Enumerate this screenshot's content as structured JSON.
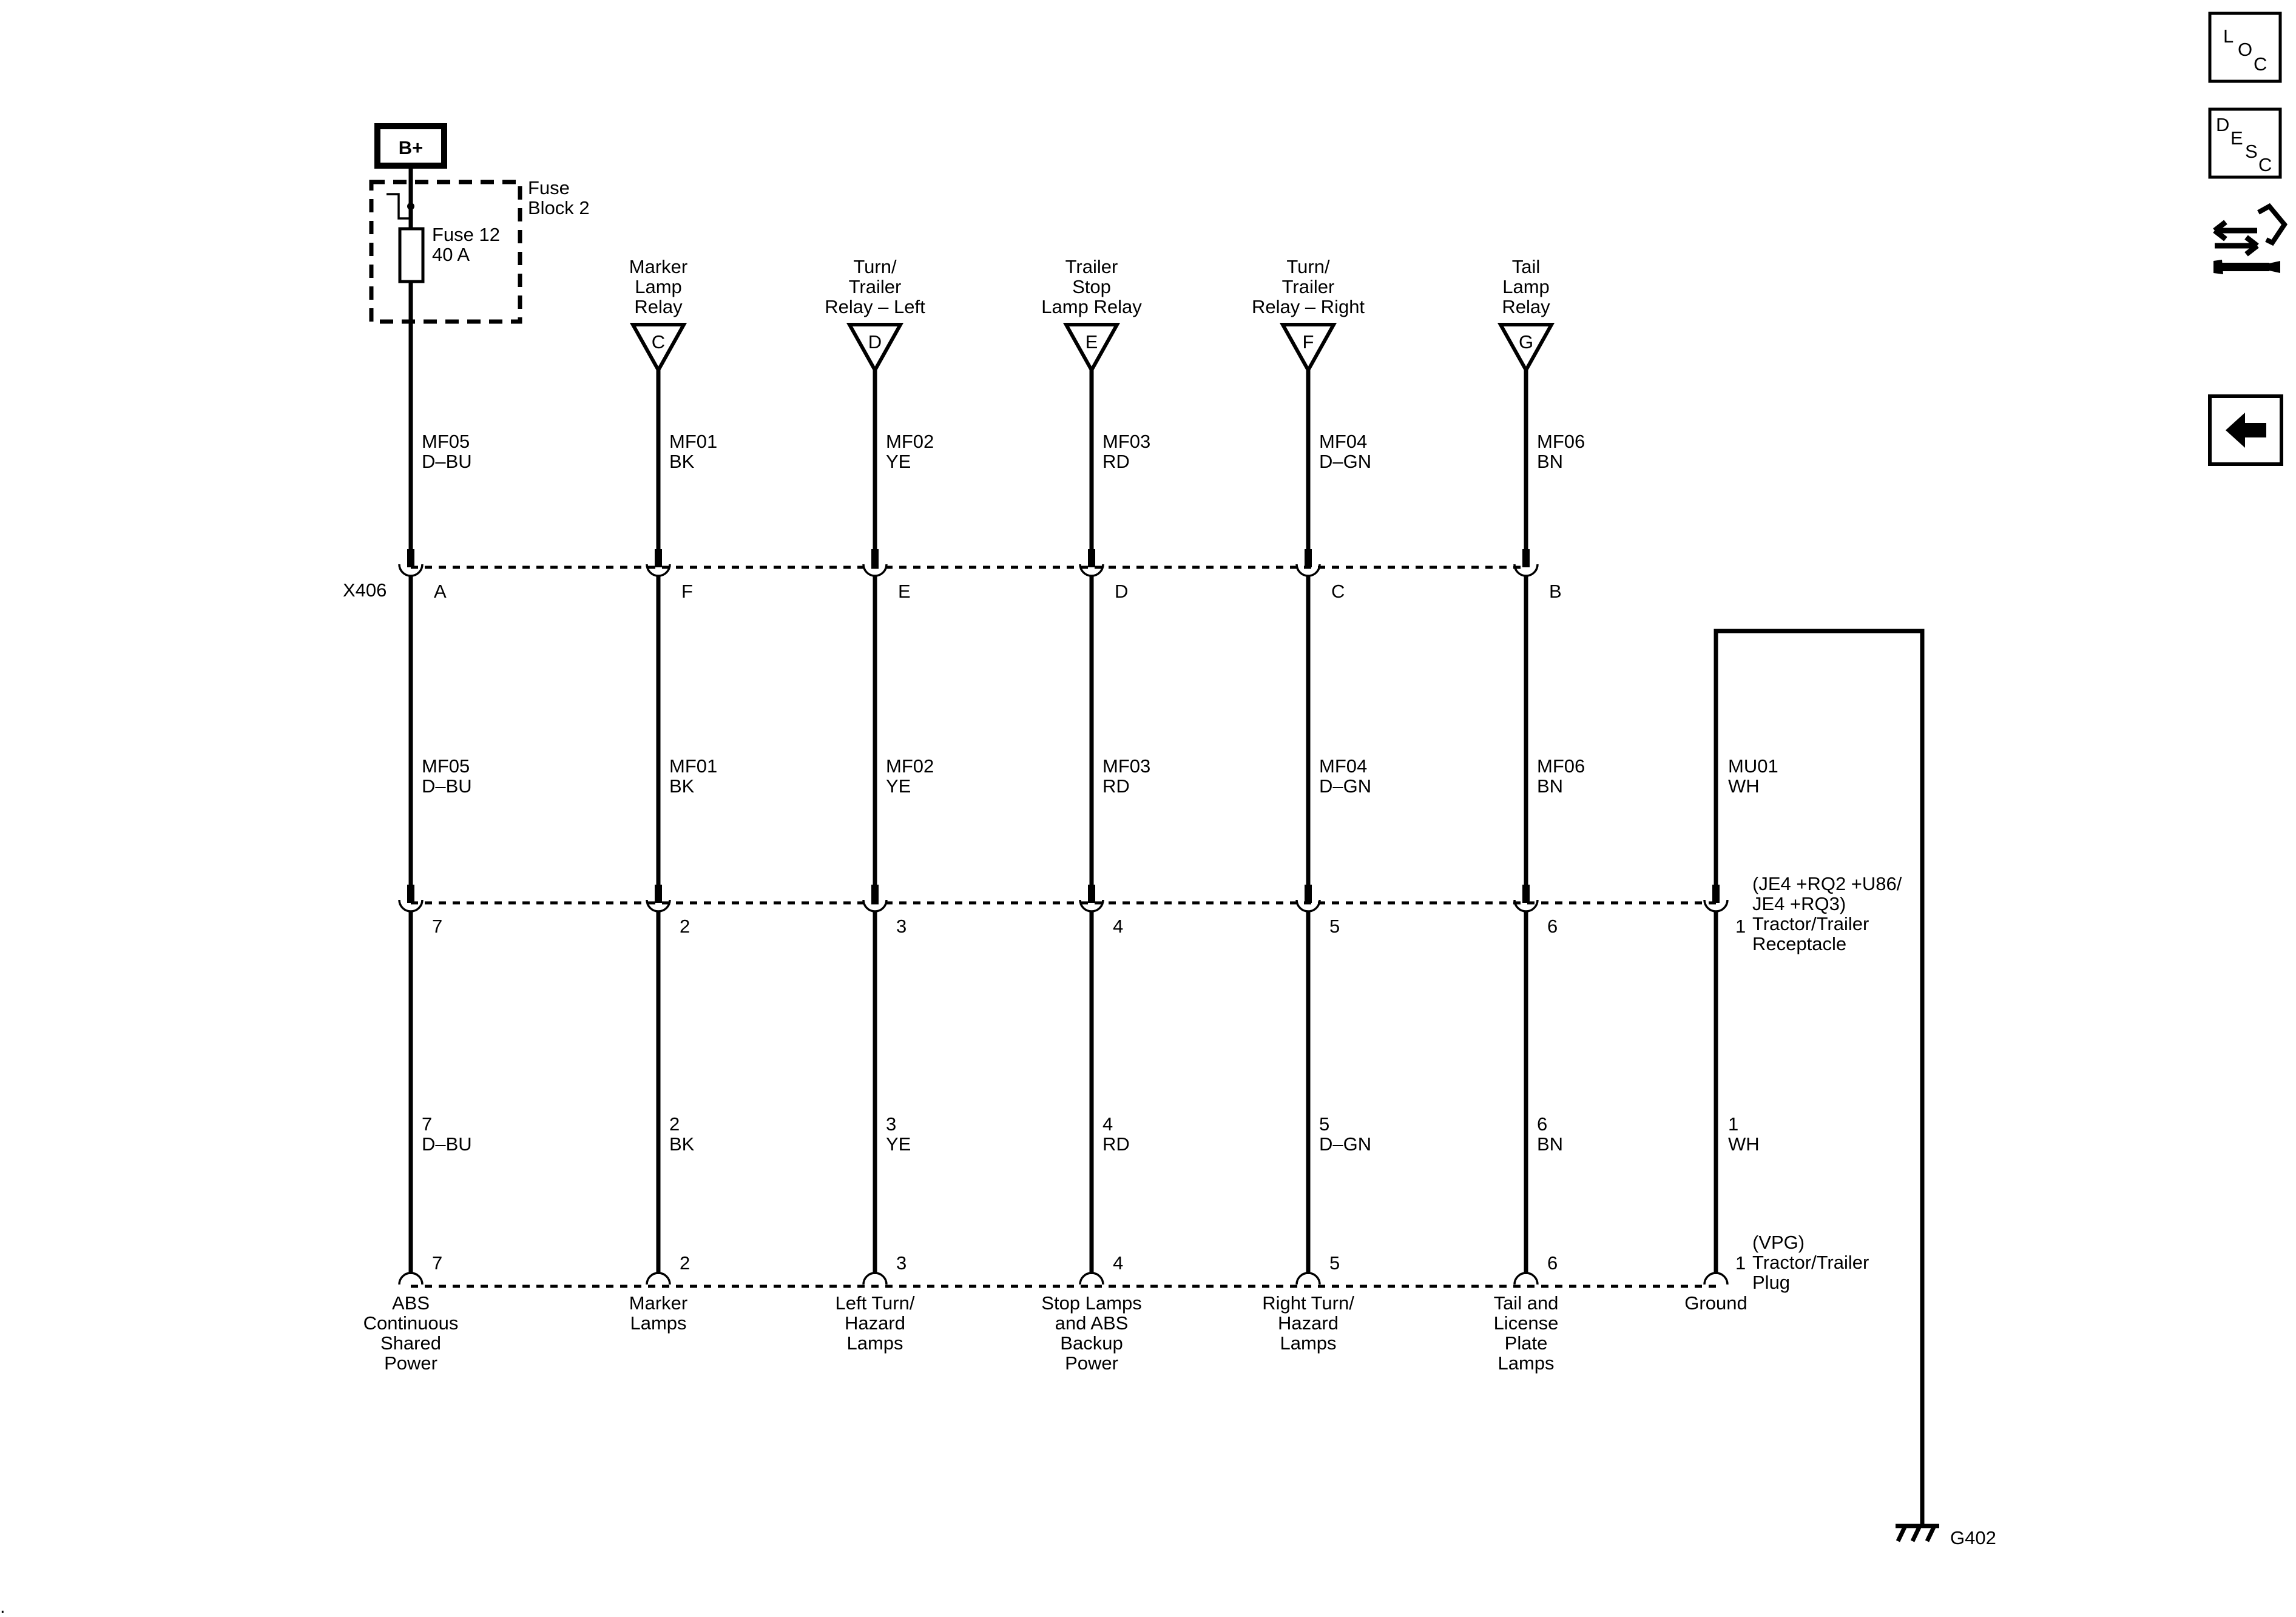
{
  "power": {
    "label": "B+"
  },
  "fuse_block": {
    "name_line1": "Fuse",
    "name_line2": "Block 2",
    "fuse_line1": "Fuse 12",
    "fuse_line2": "40 A"
  },
  "connectors": {
    "x406": "X406"
  },
  "circuits": [
    {
      "relay": [
        "Marker",
        "Lamp",
        "Relay"
      ],
      "terminal": "C",
      "x406_wire": [
        "MF01",
        "BK"
      ],
      "x406_pin": "F",
      "mid_wire": [
        "MF01",
        "BK"
      ],
      "rec_pin": "2",
      "low_wire": [
        "2",
        "BK"
      ],
      "plug_pin": "2",
      "dest": [
        "Marker",
        "Lamps"
      ]
    },
    {
      "relay": [
        "Turn/",
        "Trailer",
        "Relay – Left"
      ],
      "terminal": "D",
      "x406_wire": [
        "MF02",
        "YE"
      ],
      "x406_pin": "E",
      "mid_wire": [
        "MF02",
        "YE"
      ],
      "rec_pin": "3",
      "low_wire": [
        "3",
        "YE"
      ],
      "plug_pin": "3",
      "dest": [
        "Left Turn/",
        "Hazard",
        "Lamps"
      ]
    },
    {
      "relay": [
        "Trailer",
        "Stop",
        "Lamp Relay"
      ],
      "terminal": "E",
      "x406_wire": [
        "MF03",
        "RD"
      ],
      "x406_pin": "D",
      "mid_wire": [
        "MF03",
        "RD"
      ],
      "rec_pin": "4",
      "low_wire": [
        "4",
        "RD"
      ],
      "plug_pin": "4",
      "dest": [
        "Stop Lamps",
        "and ABS",
        "Backup",
        "Power"
      ]
    },
    {
      "relay": [
        "Turn/",
        "Trailer",
        "Relay – Right"
      ],
      "terminal": "F",
      "x406_wire": [
        "MF04",
        "D–GN"
      ],
      "x406_pin": "C",
      "mid_wire": [
        "MF04",
        "D–GN"
      ],
      "rec_pin": "5",
      "low_wire": [
        "5",
        "D–GN"
      ],
      "plug_pin": "5",
      "dest": [
        "Right Turn/",
        "Hazard",
        "Lamps"
      ]
    },
    {
      "relay": [
        "Tail",
        "Lamp",
        "Relay"
      ],
      "terminal": "G",
      "x406_wire": [
        "MF06",
        "BN"
      ],
      "x406_pin": "B",
      "mid_wire": [
        "MF06",
        "BN"
      ],
      "rec_pin": "6",
      "low_wire": [
        "6",
        "BN"
      ],
      "plug_pin": "6",
      "dest": [
        "Tail and",
        "License",
        "Plate",
        "Lamps"
      ]
    }
  ],
  "abs_circuit": {
    "upper_wire": [
      "MF05",
      "D–BU"
    ],
    "x406_pin": "A",
    "mid_wire": [
      "MF05",
      "D–BU"
    ],
    "rec_pin": "7",
    "low_wire": [
      "7",
      "D–BU"
    ],
    "plug_pin": "7",
    "dest": [
      "ABS",
      "Continuous",
      "Shared",
      "Power"
    ]
  },
  "ground_circuit": {
    "mid_wire": [
      "MU01",
      "WH"
    ],
    "rec_pin": "1",
    "low_wire": [
      "1",
      "WH"
    ],
    "plug_pin": "1",
    "dest": "Ground",
    "ground_id": "G402"
  },
  "receptacle": {
    "line1": "(JE4 +RQ2 +U86/",
    "line2": "JE4 +RQ3)",
    "line3": "Tractor/Trailer",
    "line4": "Receptacle"
  },
  "plug": {
    "line1": "(VPG)",
    "line2": "Tractor/Trailer",
    "line3": "Plug"
  },
  "sidebar": {
    "loc": [
      "L",
      "O",
      "C"
    ],
    "desc": [
      "D",
      "E",
      "S",
      "C"
    ],
    "diagnostic_icon": "connector-wrench-icon",
    "back_icon": "back-arrow-icon"
  },
  "corner_mark": "."
}
